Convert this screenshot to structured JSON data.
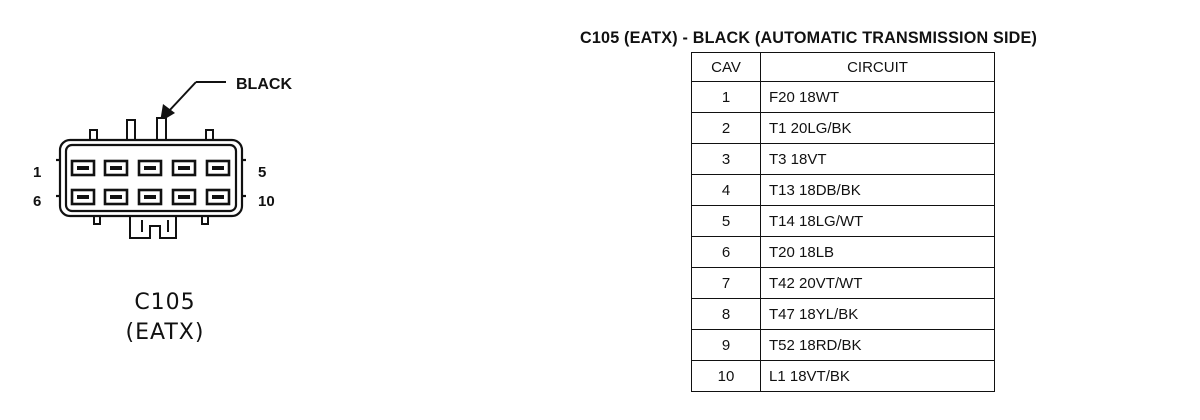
{
  "connector": {
    "wire_color_label": "BLACK",
    "pin_labels": {
      "top_left": "1",
      "top_right": "5",
      "bottom_left": "6",
      "bottom_right": "10"
    },
    "caption_line1": "C105",
    "caption_line2": "(EATX)"
  },
  "table": {
    "title": "C105 (EATX) - BLACK (AUTOMATIC TRANSMISSION SIDE)",
    "headers": {
      "cav": "CAV",
      "circuit": "CIRCUIT"
    },
    "rows": [
      {
        "cav": "1",
        "circuit": "F20 18WT"
      },
      {
        "cav": "2",
        "circuit": "T1 20LG/BK"
      },
      {
        "cav": "3",
        "circuit": "T3 18VT"
      },
      {
        "cav": "4",
        "circuit": "T13 18DB/BK"
      },
      {
        "cav": "5",
        "circuit": "T14 18LG/WT"
      },
      {
        "cav": "6",
        "circuit": "T20 18LB"
      },
      {
        "cav": "7",
        "circuit": "T42 20VT/WT"
      },
      {
        "cav": "8",
        "circuit": "T47 18YL/BK"
      },
      {
        "cav": "9",
        "circuit": "T52 18RD/BK"
      },
      {
        "cav": "10",
        "circuit": "L1 18VT/BK"
      }
    ]
  }
}
